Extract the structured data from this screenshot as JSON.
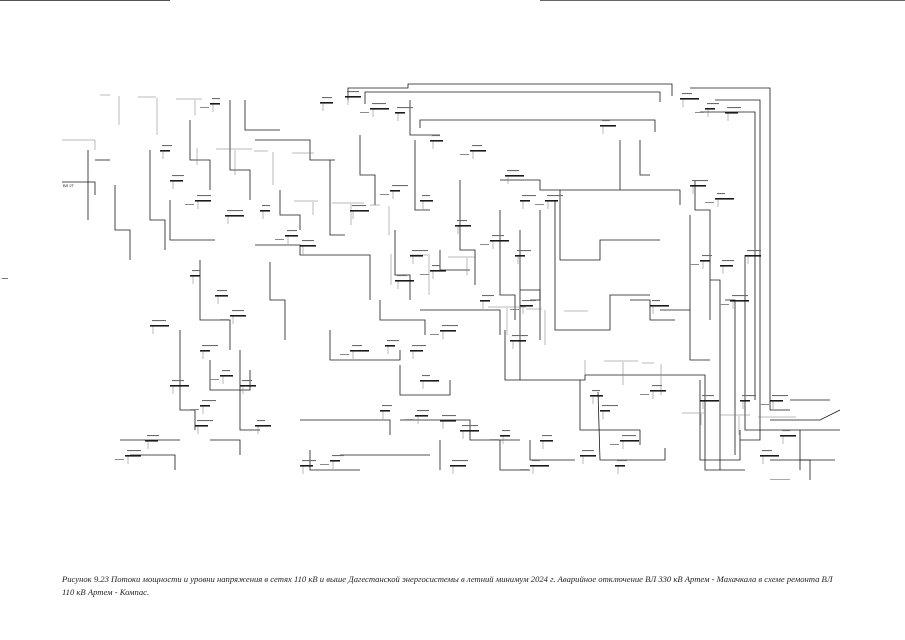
{
  "figure": {
    "caption": "Рисунок 9.23 Потоки мощности и уровни напряжения в сетях 110 кВ и выше Дагестанской энергосистемы в летний минимум 2024 г. Аварийное отключение ВЛ 330 кВ Артем - Махачкала в схеме ремонта ВЛ 110 кВ Артем - Компас."
  },
  "scheme": {
    "line_color": "#1a1a1a",
    "tap_color": "#777777",
    "legible_labels": [
      {
        "id": "vl",
        "text": "ВЛ 2Т"
      }
    ]
  }
}
